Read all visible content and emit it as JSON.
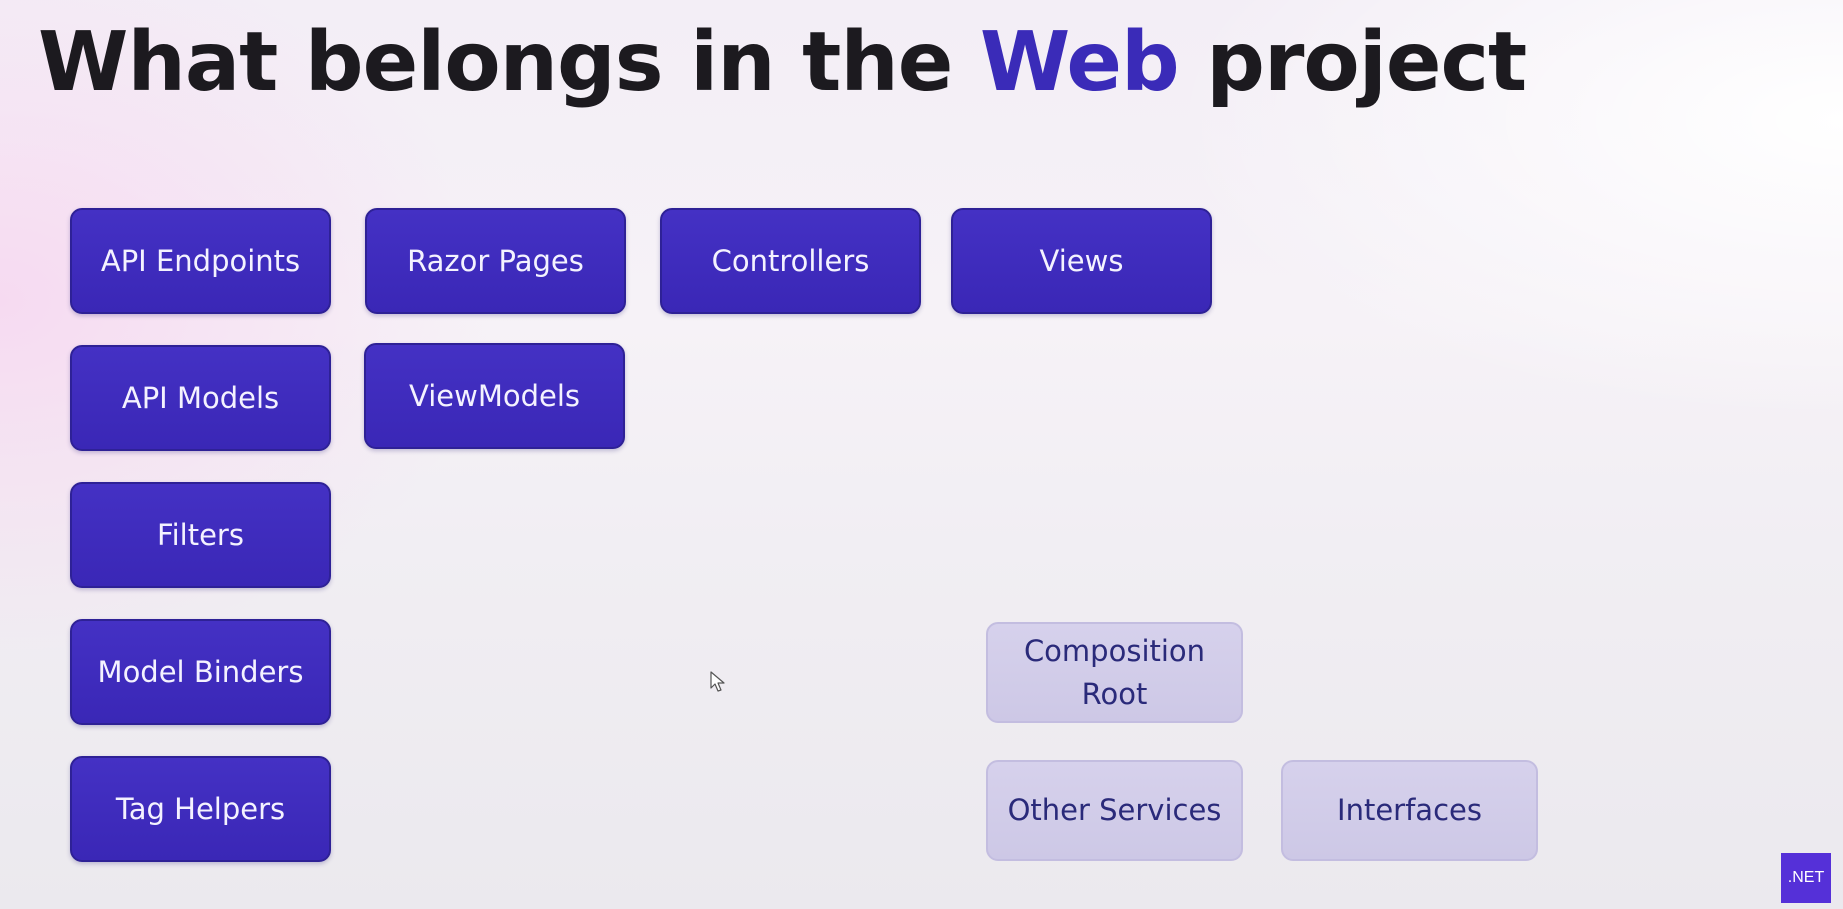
{
  "title": {
    "before": "What belongs in the ",
    "accent": "Web",
    "after": " project"
  },
  "colors": {
    "accent": "#3a2bb8",
    "dark_box": "#3f2dbf",
    "light_box": "#d3ceea",
    "light_box_text": "#2a2a7a"
  },
  "boxes": {
    "api_endpoints": "API Endpoints",
    "razor_pages": "Razor Pages",
    "controllers": "Controllers",
    "views": "Views",
    "api_models": "API Models",
    "view_models": "ViewModels",
    "filters": "Filters",
    "model_binders": "Model Binders",
    "tag_helpers": "Tag Helpers",
    "composition_root": "Composition\nRoot",
    "other_services": "Other Services",
    "interfaces": "Interfaces"
  },
  "badge": ".NET",
  "cursor_icon": "mouse-pointer-icon"
}
